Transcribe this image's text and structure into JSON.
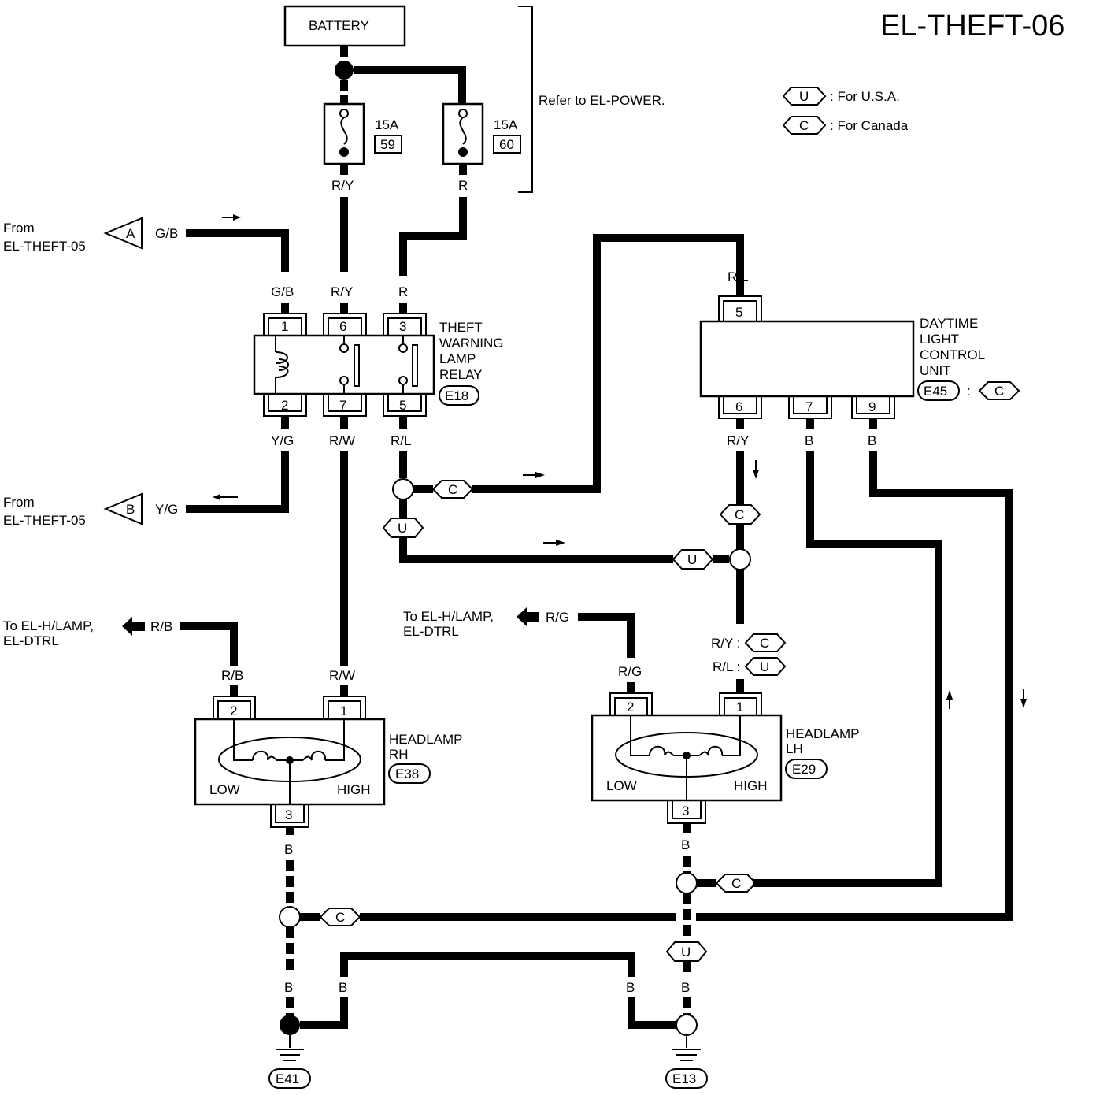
{
  "title": "EL-THEFT-06",
  "battery": "BATTERY",
  "refer": "Refer to EL-POWER.",
  "legend": {
    "u_code": "U",
    "u_text": ": For U.S.A.",
    "c_code": "C",
    "c_text": ": For Canada"
  },
  "fuses": [
    {
      "rating": "15A",
      "number": "59"
    },
    {
      "rating": "15A",
      "number": "60"
    }
  ],
  "relay": {
    "name": [
      "THEFT",
      "WARNING",
      "LAMP",
      "RELAY"
    ],
    "connector": "E18",
    "pins_top": [
      "1",
      "6",
      "3"
    ],
    "pins_bottom": [
      "2",
      "7",
      "5"
    ]
  },
  "dtrl": {
    "name": [
      "DAYTIME",
      "LIGHT",
      "CONTROL",
      "UNIT"
    ],
    "connector": "E45",
    "variant": ": ",
    "variant_code": "C",
    "pin_top": "5",
    "pins_bottom": [
      "6",
      "7",
      "9"
    ]
  },
  "headlamp_rh": {
    "name": [
      "HEADLAMP",
      "RH"
    ],
    "connector": "E38",
    "low": "LOW",
    "high": "HIGH",
    "pins": [
      "2",
      "1",
      "3"
    ]
  },
  "headlamp_lh": {
    "name": [
      "HEADLAMP",
      "LH"
    ],
    "connector": "E29",
    "low": "LOW",
    "high": "HIGH",
    "pins": [
      "2",
      "1",
      "3"
    ]
  },
  "from_a": {
    "from": "From",
    "ref": "EL-THEFT-05",
    "code": "A",
    "wire": "G/B"
  },
  "from_b": {
    "from": "From",
    "ref": "EL-THEFT-05",
    "code": "B",
    "wire": "Y/G"
  },
  "to_rh": {
    "line1": "To EL-H/LAMP,",
    "line2": "EL-DTRL",
    "wire": "R/B"
  },
  "to_lh": {
    "line1": "To EL-H/LAMP,",
    "line2": "EL-DTRL",
    "wire": "R/G"
  },
  "wires": {
    "ry": "R/Y",
    "r": "R",
    "gb": "G/B",
    "yg": "Y/G",
    "rw": "R/W",
    "rl": "R/L",
    "rb": "R/B",
    "rg": "R/G",
    "b": "B",
    "ry_c": "R/Y :",
    "rl_u": "R/L :"
  },
  "codes": {
    "c": "C",
    "u": "U"
  },
  "grounds": [
    "E41",
    "E13"
  ]
}
